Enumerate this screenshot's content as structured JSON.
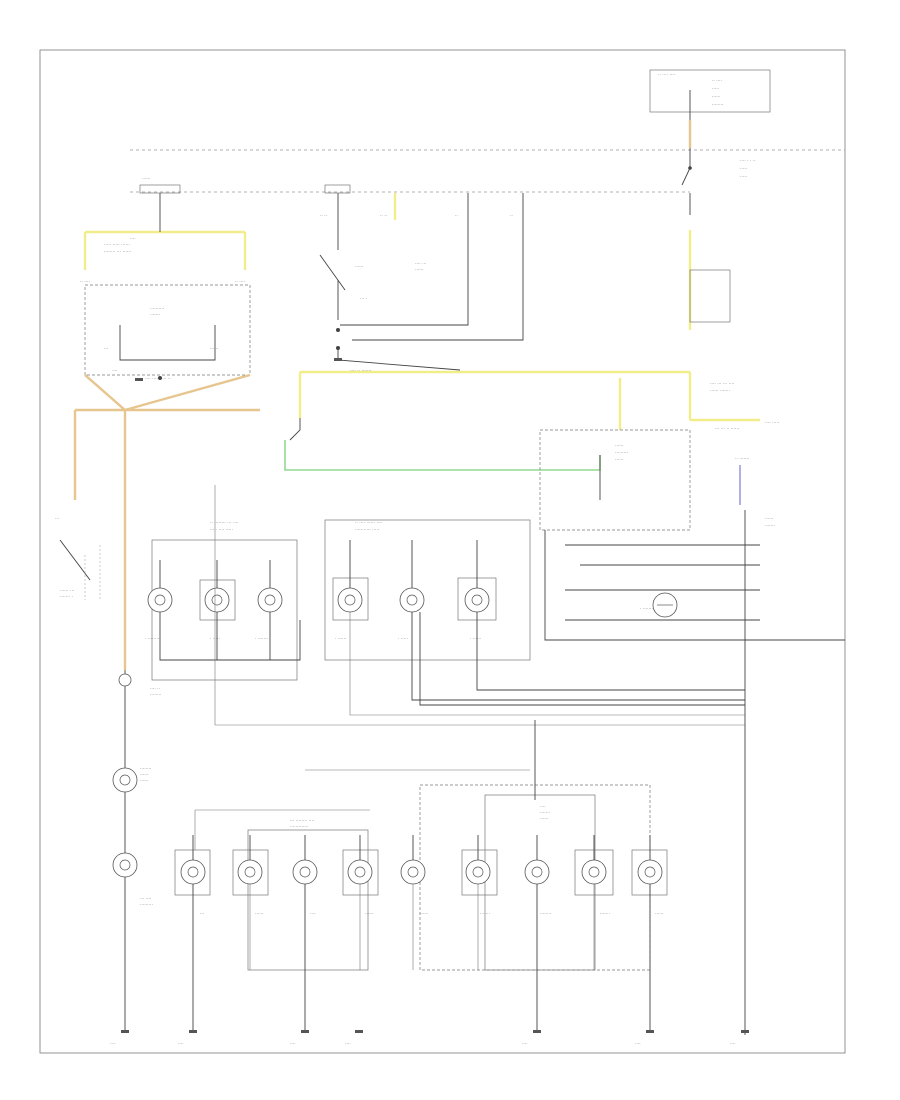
{
  "diagram": {
    "title": "Instrument Panel Illumination Circuit",
    "footer_code": "",
    "label_style": "illegible-small-print",
    "colors": {
      "yellow_wire": "#f1ee8a",
      "tan_wire": "#e6c58e",
      "green_wire": "#92d98f",
      "blue_wire": "#8d8fd8",
      "black_wire": "#444444"
    },
    "top_row_lamp_count": 7,
    "bottom_row_lamp_count": 9,
    "ground_count": 9
  }
}
